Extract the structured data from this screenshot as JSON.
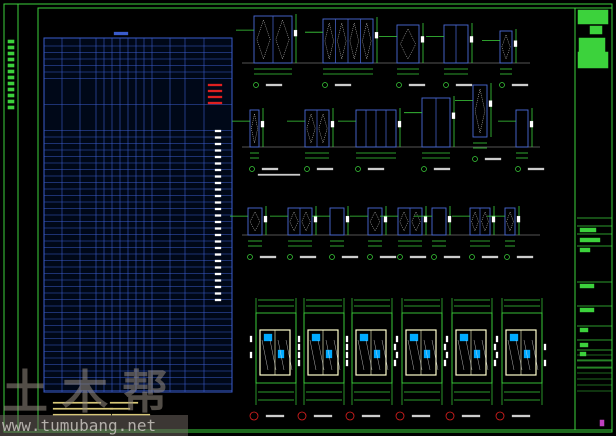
{
  "watermark": {
    "logo": "土木帮",
    "url": "www.tumubang.net"
  },
  "colors": {
    "background": "#000000",
    "frame": "#3cd23c",
    "table": "#3a5ccc",
    "elevation": "#4a6ad8",
    "dimension": "#3cd23c",
    "highlight": "#ffffff",
    "note": "#e02020",
    "fixture": "#00aaff"
  },
  "drawing": {
    "table_rows": 46,
    "table_cols": 14,
    "elevation_rows": 3,
    "floor_plans": 6
  }
}
